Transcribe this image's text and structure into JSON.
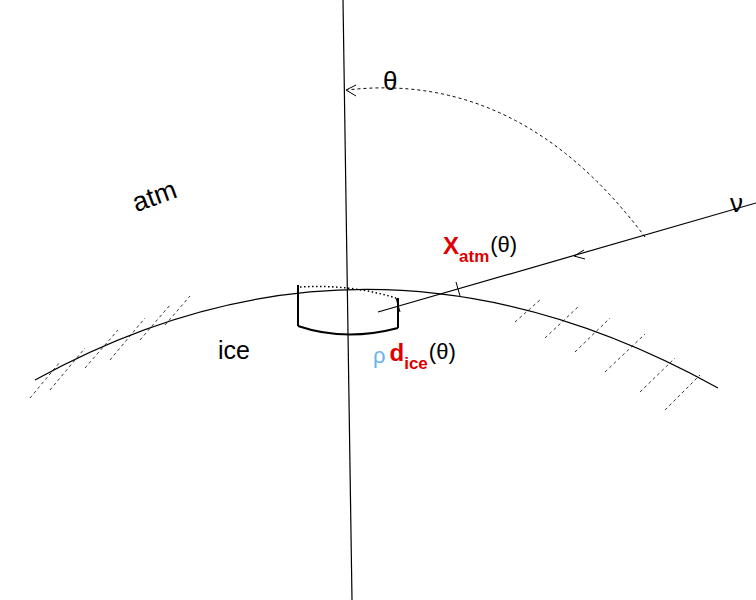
{
  "diagram": {
    "labels": [
      "θ",
      "atm",
      "ν",
      "X",
      "atm",
      "(θ)",
      "ice",
      "ρ",
      "d",
      "ice",
      "(θ)"
    ]
  }
}
